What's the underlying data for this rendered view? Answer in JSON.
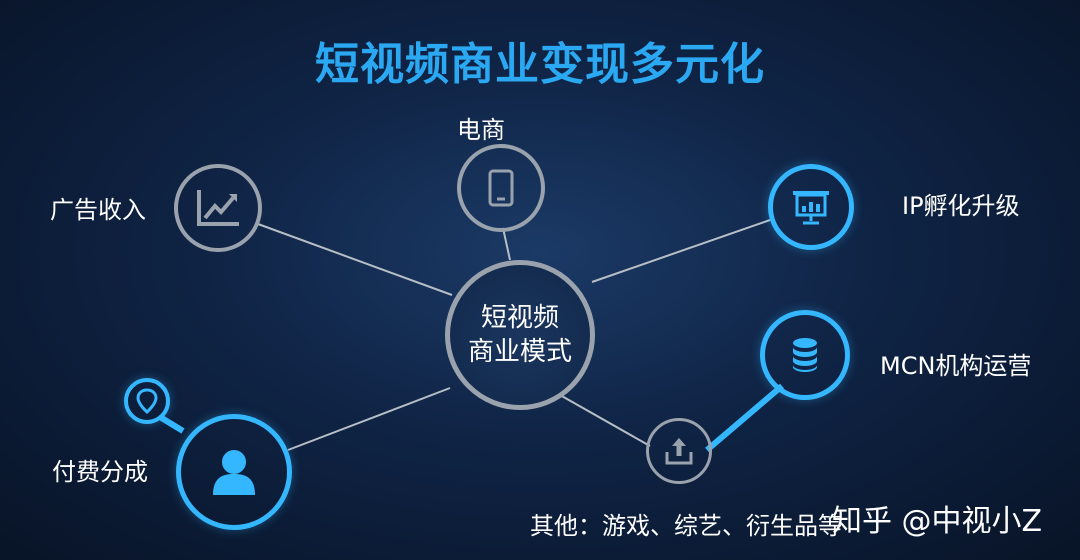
{
  "title": "短视频商业变现多元化",
  "center": {
    "line1": "短视频",
    "line2": "商业模式"
  },
  "nodes": {
    "ads": {
      "label": "广告收入",
      "icon": "line-chart-icon"
    },
    "ecommerce": {
      "label": "电商",
      "icon": "phone-icon"
    },
    "ip": {
      "label": "IP孵化升级",
      "icon": "presentation-board-icon"
    },
    "mcn": {
      "label": "MCN机构运营",
      "icon": "database-icon"
    },
    "paid": {
      "label": "付费分成",
      "icon": "user-icon"
    },
    "upload": {
      "icon": "upload-icon"
    },
    "pin": {
      "icon": "location-pin-icon"
    }
  },
  "footer": "其他：游戏、综艺、衍生品等",
  "watermark": "知乎 @中视小Z",
  "colors": {
    "accent": "#35b7ff",
    "title": "#2aa8f2",
    "grey": "#9aa3ad"
  }
}
